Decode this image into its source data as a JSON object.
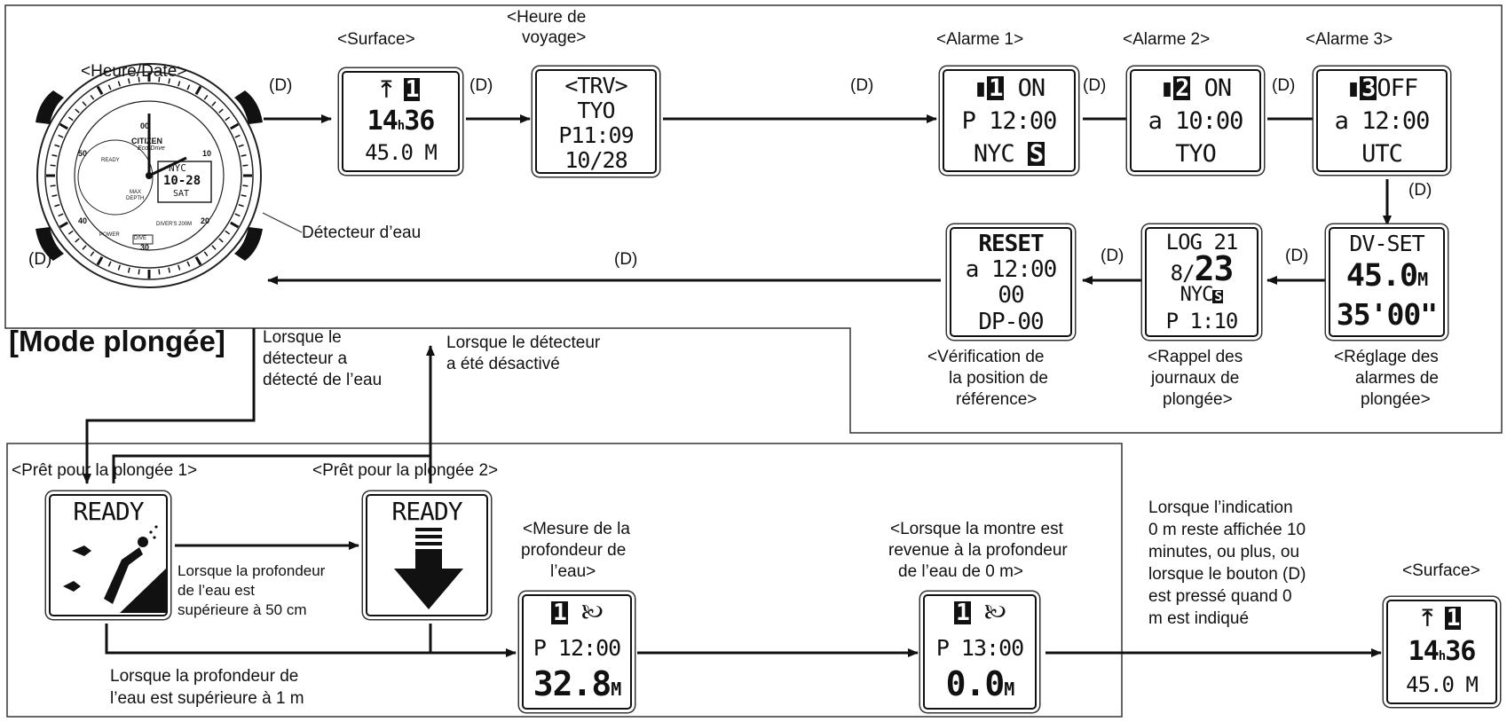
{
  "button": "(D)",
  "mode_title": "[Mode plongée]",
  "labels": {
    "heure_date": "<Heure/Date>",
    "surface": "<Surface>",
    "heure_voyage": [
      "<Heure de",
      "voyage>"
    ],
    "alarme1": "<Alarme 1>",
    "alarme2": "<Alarme 2>",
    "alarme3": "<Alarme 3>",
    "detecteur": "Détecteur d’eau",
    "verif": [
      "<Vérification de",
      "la position de",
      "référence>"
    ],
    "rappel": [
      "<Rappel des",
      "journaux  de",
      "plongée>"
    ],
    "reglage": [
      "<Réglage des",
      "alarmes de",
      "plongée>"
    ],
    "lorsque_detecte": [
      "Lorsque le",
      "détecteur a",
      "détecté de l’eau"
    ],
    "lorsque_desactive": [
      "Lorsque le détecteur",
      "a été désactivé"
    ],
    "pret1": "<Prêt pour la plongée 1>",
    "pret2": "<Prêt pour la plongée 2>",
    "prof50": [
      "Lorsque la profondeur",
      "de l’eau est",
      "supérieure à 50 cm"
    ],
    "prof1m": [
      "Lorsque la profondeur de",
      "l’eau est supérieure à 1 m"
    ],
    "mesure": [
      "<Mesure de la",
      "profondeur de",
      "l’eau>"
    ],
    "revenue": [
      "<Lorsque la montre est",
      "revenue à la profondeur",
      "de l’eau de 0 m>"
    ],
    "indication": [
      "Lorsque l’indication",
      "0 m reste affichée 10",
      "minutes, ou plus, ou",
      "lorsque le bouton (D)",
      "est pressé quand 0",
      "m est indiqué"
    ],
    "surface2": "<Surface>"
  },
  "watch": {
    "brand": "CITIZEN",
    "sub": "Eco-Drive",
    "city": "NYC",
    "date": "10-28",
    "day": "SAT",
    "bezel": [
      "10",
      "20",
      "30",
      "40",
      "50",
      "00"
    ],
    "dial_text": [
      "READY",
      "MAX",
      "DEPTH",
      "DIVE",
      "DIVER'S 200M",
      "POWER"
    ]
  },
  "screens": {
    "surface": [
      "1",
      "14",
      "h",
      "36",
      "45.0 M"
    ],
    "travel": [
      "<TRV>",
      "TYO",
      "P11:09",
      "10/28"
    ],
    "alarm1": [
      "1",
      "ON",
      "P 12:00",
      "NYC",
      "S"
    ],
    "alarm2": [
      "2",
      "ON",
      "a 10:00",
      "TYO"
    ],
    "alarm3": [
      "3",
      "OFF",
      "a 12:00",
      "UTC"
    ],
    "dvset": [
      "DV-SET",
      "45.0",
      "M",
      "35'00\""
    ],
    "log": [
      "LOG 21",
      "8/",
      "23",
      "NYC",
      "S",
      "P  1:10"
    ],
    "reset": [
      "RESET",
      "a 12:00",
      "00",
      "DP-00"
    ],
    "ready1": [
      "READY"
    ],
    "ready2": [
      "READY"
    ],
    "measure": [
      "1",
      "P 12:00",
      "32.8",
      "M"
    ],
    "zero": [
      "1",
      "P 13:00",
      "0.0",
      "M"
    ],
    "surface2": [
      "1",
      "14",
      "h",
      "36",
      "45.0 M"
    ]
  }
}
